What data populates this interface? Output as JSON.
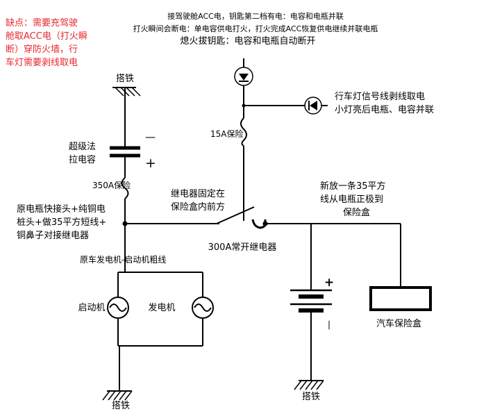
{
  "notes": {
    "drawback": [
      "缺点：需要充驾驶",
      "舱取ACC电（打火瞬",
      "断）穿防火墙，行",
      "车灯需要剥线取电"
    ],
    "top": [
      "接驾驶舱ACC电，钥匙第二档有电：电容和电瓶并联",
      "打火瞬间会断电：单电容供电打火，打火完成ACC恢复供电继续并联电瓶",
      "熄火拔钥匙：电容和电瓶自动断开"
    ],
    "headlight": [
      "行车灯信号线剥线取电",
      "小灯亮后电瓶、电容并联"
    ],
    "relay_location": [
      "继电器固定在",
      "保险盒内前方"
    ],
    "new_cable": [
      "新放一条35平方",
      "线从电瓶正极到",
      "保险盒"
    ],
    "terminal": [
      "原电瓶快接头+纯铜电",
      "桩头+做35平方短线+",
      "铜鼻子对接继电器"
    ],
    "alt_cable": "原车发电机-启动机粗线"
  },
  "components": {
    "ground_top": "搭铁",
    "ground_bottom_left": "搭铁",
    "ground_bottom_right": "搭铁",
    "capacitor": [
      "超级法",
      "拉电容"
    ],
    "cap_minus": "—",
    "cap_plus": "+",
    "fuse_350": "350A保险",
    "fuse_15": "15A保险",
    "relay": "300A常开继电器",
    "starter": "启动机",
    "generator": "发电机",
    "battery_plus": "+",
    "battery_minus": "—",
    "fuse_box": "汽车保险盒"
  },
  "colors": {
    "note_red": "#e8272a",
    "line": "#000000"
  }
}
